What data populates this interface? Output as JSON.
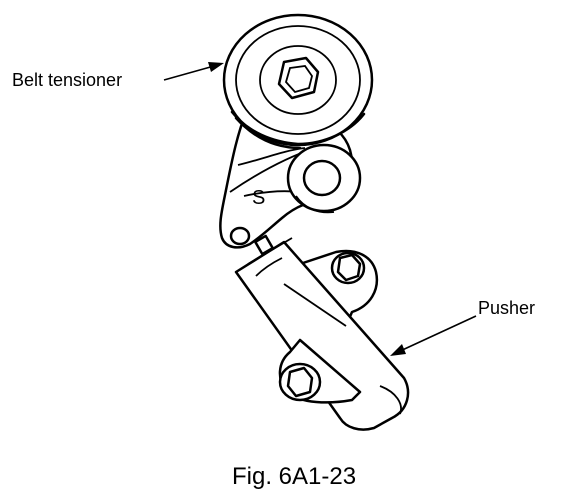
{
  "labels": {
    "belt_tensioner": "Belt tensioner",
    "pusher": "Pusher",
    "mark": "S"
  },
  "caption": "Fig. 6A1-23",
  "colors": {
    "ink": "#000000",
    "background": "#ffffff"
  }
}
